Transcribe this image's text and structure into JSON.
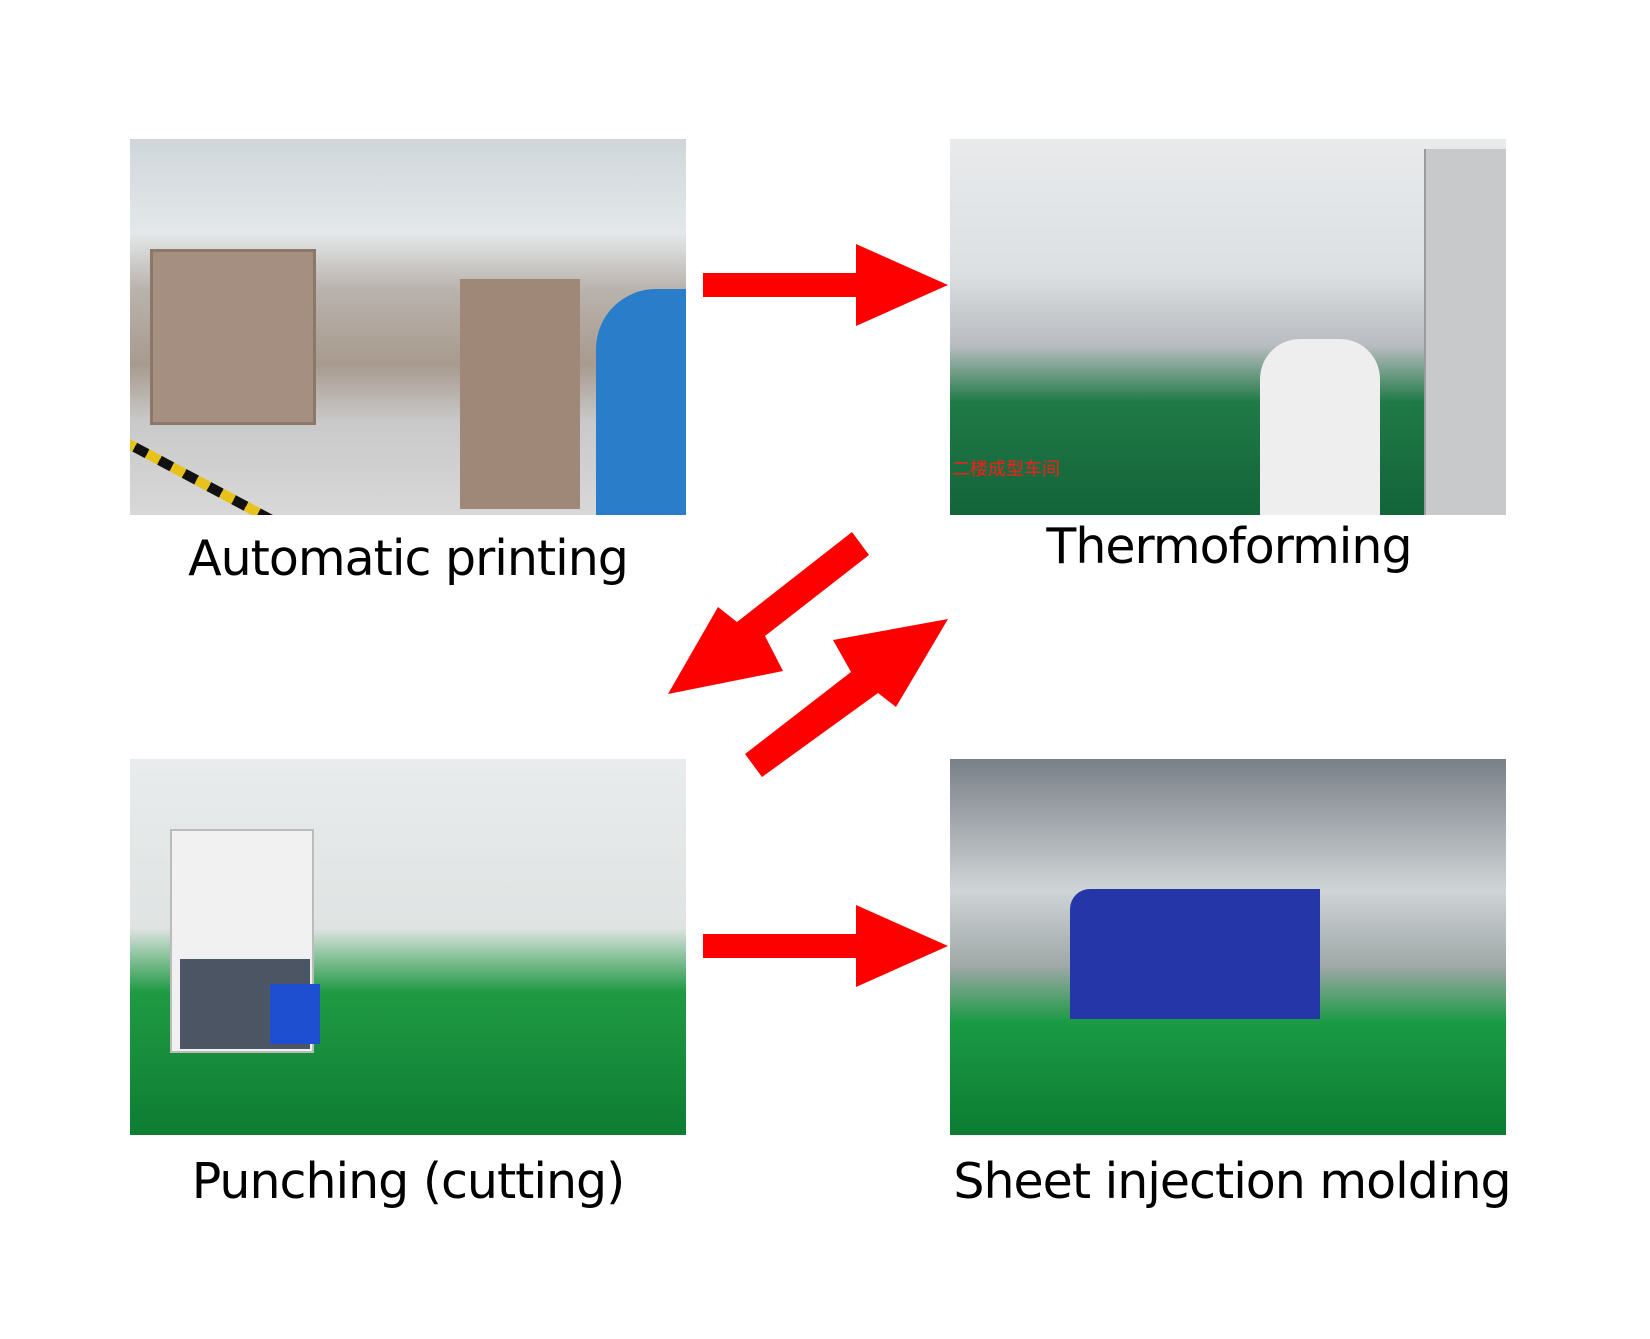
{
  "steps": [
    {
      "label": "Automatic printing"
    },
    {
      "label": "Thermoforming",
      "photo_caption": "二楼成型车间"
    },
    {
      "label": "Punching (cutting)"
    },
    {
      "label": "Sheet injection molding"
    }
  ],
  "colors": {
    "arrow": "#ff0000",
    "text": "#000000"
  }
}
